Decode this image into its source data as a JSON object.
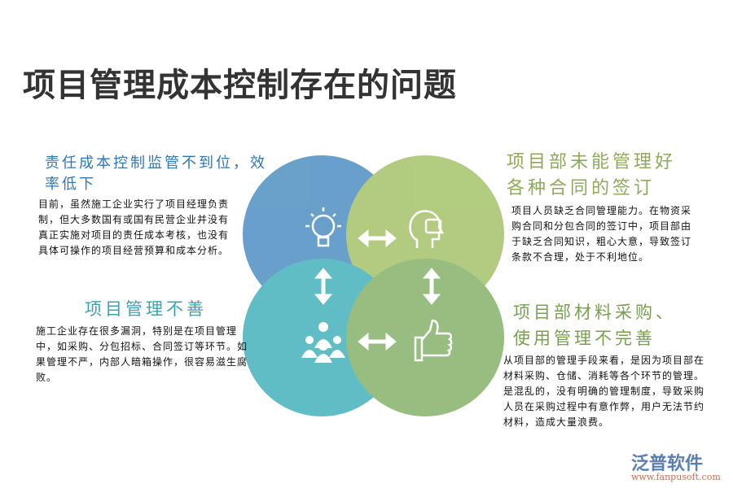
{
  "title": "项目管理成本控制存在的问题",
  "colors": {
    "blue": "#5b9bc8",
    "green": "#a9c46c",
    "teal": "#4fb7c0",
    "olive": "#8fb86e"
  },
  "quadrants": [
    {
      "heading": "责任成本控制监管不到位，效率低下",
      "text": "目前，虽然施工企业实行了项目经理负责制，但大多数国有或国有民营企业并没有真正实施对项目的责任成本考核，也没有具体可操作的项目经营预算和成本分析。",
      "icon": "lightbulb-icon"
    },
    {
      "heading": "项目部未能管理好各种合同的签订",
      "text": "项目人员缺乏合同管理能力。在物资采购合同和分包合同的签订中，项目部由于缺乏合同知识，粗心大意，导致签订条款不合理，处于不利地位。",
      "icon": "head-hand-icon"
    },
    {
      "heading": "项目管理不善",
      "text": "施工企业存在很多漏洞，特别是在项目管理中，如采购、分包招标、合同签订等环节。如果管理不严，内部人暗箱操作，很容易滋生腐败。",
      "icon": "team-icon"
    },
    {
      "heading": "项目部材料采购、使用管理不完善",
      "text": "从项目部的管理手段来看，是因为项目部在材料采购、仓储、消耗等各个环节的管理。是混乱的，没有明确的管理制度，导致采购人员在采购过程中有意作弊，用户无法节约材料，造成大量浪费。",
      "icon": "thumbs-up-icon"
    }
  ],
  "logo": {
    "name": "泛普软件",
    "url": "www.fanpusoft.com"
  }
}
